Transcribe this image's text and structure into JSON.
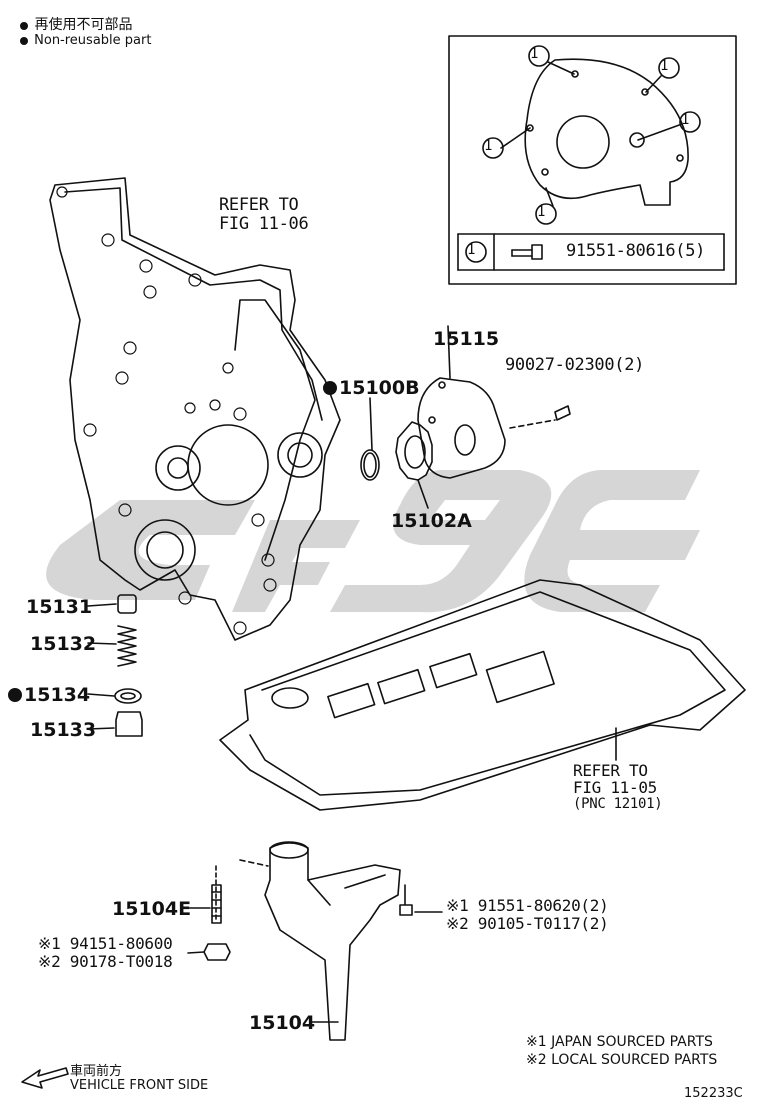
{
  "legend": {
    "jp": "再使用不可部品",
    "en": "Non-reusable part"
  },
  "inset": {
    "callout": "1",
    "row_part": "91551-80616(5)"
  },
  "refers": {
    "timing_cover": [
      "REFER TO",
      "FIG 11-06"
    ],
    "oil_pan": [
      "REFER TO",
      "FIG 11-05",
      "(PNC 12101)"
    ]
  },
  "parts": {
    "p15115": "15115",
    "p90027": "90027-02300(2)",
    "p15100b": "15100B",
    "p15102a": "15102A",
    "p15131": "15131",
    "p15132": "15132",
    "p15134": "15134",
    "p15133": "15133",
    "p15104e": "15104E",
    "p15104": "15104",
    "nut_jp": "※1 94151-80600",
    "nut_local": "※2 90178-T0018",
    "bolt_jp": "※1 91551-80620(2)",
    "bolt_local": "※2 90105-T0117(2)"
  },
  "notes": {
    "jp": "※1 JAPAN SOURCED PARTS",
    "local": "※2 LOCAL SOURCED PARTS"
  },
  "direction": {
    "jp": "車両前方",
    "en": "VEHICLE FRONT SIDE"
  },
  "figure_code": "152233C"
}
